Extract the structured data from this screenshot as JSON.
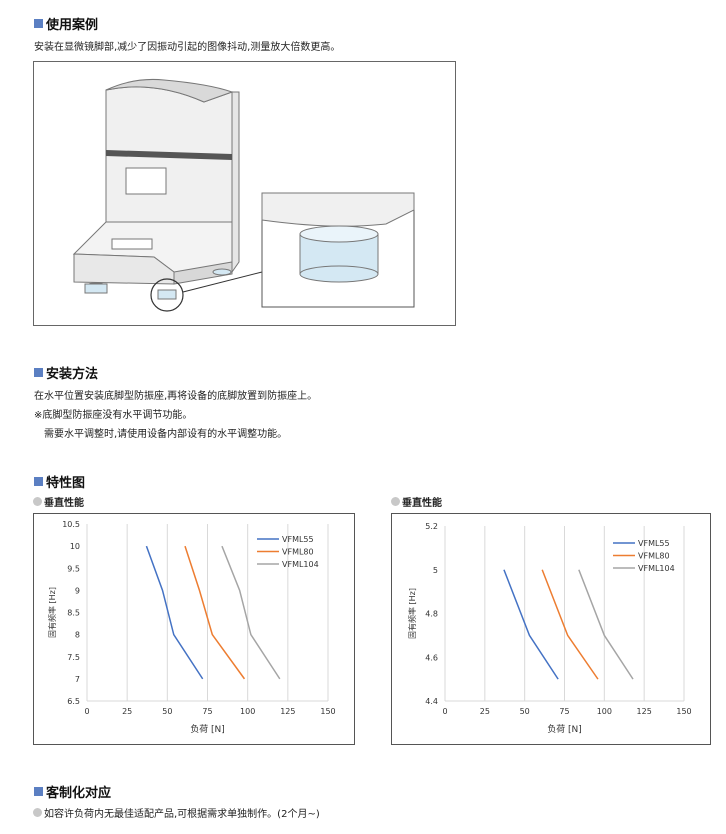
{
  "sections": {
    "usecase": {
      "title": "使用案例",
      "desc": "安装在显微镜脚部,减少了因振动引起的图像抖动,测量放大倍数更高。"
    },
    "install": {
      "title": "安装方法",
      "lines": [
        "在水平位置安装底脚型防振座,再将设备的底脚放置到防振座上。",
        "※底脚型防振座没有水平调节功能。",
        "需要水平调整时,请使用设备内部设有的水平调整功能。"
      ]
    },
    "characteristics": {
      "title": "特性图"
    },
    "custom": {
      "title": "客制化对应",
      "line": "如容许负荷内无最佳适配产品,可根据需求单独制作。(2个月~)"
    }
  },
  "chart_data": [
    {
      "type": "line",
      "title": "垂直性能",
      "xlabel": "负荷 [N]",
      "ylabel": "固有频率 [Hz]",
      "xlim": [
        0,
        150
      ],
      "ylim": [
        6.5,
        10.5
      ],
      "xticks": [
        "0",
        "25",
        "50",
        "75",
        "100",
        "125",
        "150"
      ],
      "yticks": [
        "6.5",
        "7",
        "7.5",
        "8",
        "8.5",
        "9",
        "9.5",
        "10",
        "10.5"
      ],
      "grid": "vertical",
      "legend": "top-right",
      "series": [
        {
          "name": "VFML55",
          "color": "#4472c4",
          "x": [
            37,
            47,
            54,
            72
          ],
          "y": [
            10,
            9,
            8,
            7
          ]
        },
        {
          "name": "VFML80",
          "color": "#ed7d31",
          "x": [
            61,
            70,
            78,
            98
          ],
          "y": [
            10,
            9,
            8,
            7
          ]
        },
        {
          "name": "VFML104",
          "color": "#a5a5a5",
          "x": [
            84,
            95,
            102,
            120
          ],
          "y": [
            10,
            9,
            8,
            7
          ]
        }
      ]
    },
    {
      "type": "line",
      "title": "垂直性能",
      "xlabel": "负荷 [N]",
      "ylabel": "固有频率 [Hz]",
      "xlim": [
        0,
        150
      ],
      "ylim": [
        4.4,
        5.2
      ],
      "xticks": [
        "0",
        "25",
        "50",
        "75",
        "100",
        "125",
        "150"
      ],
      "yticks": [
        "4.4",
        "4.6",
        "4.8",
        "5",
        "5.2"
      ],
      "grid": "vertical",
      "legend": "top-right",
      "series": [
        {
          "name": "VFML55",
          "color": "#4472c4",
          "x": [
            37,
            53,
            71
          ],
          "y": [
            5,
            4.7,
            4.5
          ]
        },
        {
          "name": "VFML80",
          "color": "#ed7d31",
          "x": [
            61,
            77,
            96
          ],
          "y": [
            5,
            4.7,
            4.5
          ]
        },
        {
          "name": "VFML104",
          "color": "#a5a5a5",
          "x": [
            84,
            100,
            118
          ],
          "y": [
            5,
            4.7,
            4.5
          ]
        }
      ]
    }
  ]
}
